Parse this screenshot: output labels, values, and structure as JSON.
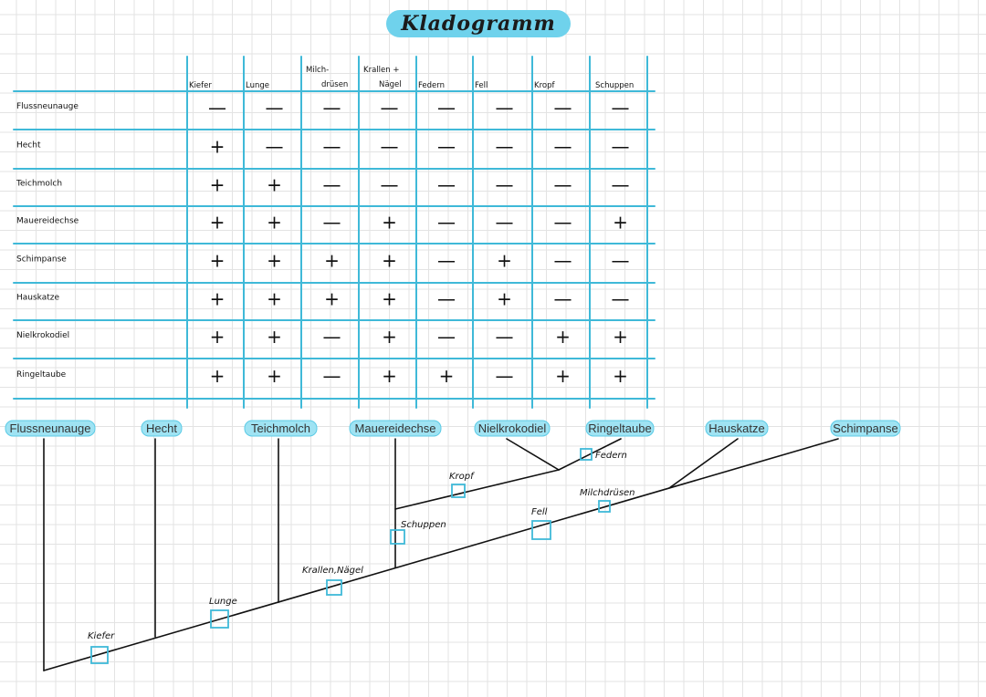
{
  "title": "Kladogramm",
  "table": {
    "columns": [
      "Kiefer",
      "Lunge",
      "Milch-\ndrüsen",
      "Krallen +\nNägel",
      "Federn",
      "Fell",
      "Kropf",
      "Schuppen"
    ],
    "rows": [
      {
        "name": "Flussneunauge",
        "values": [
          "—",
          "—",
          "—",
          "—",
          "—",
          "—",
          "—",
          "—"
        ]
      },
      {
        "name": "Hecht",
        "values": [
          "+",
          "—",
          "—",
          "—",
          "—",
          "—",
          "—",
          "—"
        ]
      },
      {
        "name": "Teichmolch",
        "values": [
          "+",
          "+",
          "—",
          "—",
          "—",
          "—",
          "—",
          "—"
        ]
      },
      {
        "name": "Mauereidechse",
        "values": [
          "+",
          "+",
          "—",
          "+",
          "—",
          "—",
          "—",
          "+"
        ]
      },
      {
        "name": "Schimpanse",
        "values": [
          "+",
          "+",
          "+",
          "+",
          "—",
          "+",
          "—",
          "—"
        ]
      },
      {
        "name": "Hauskatze",
        "values": [
          "+",
          "+",
          "+",
          "+",
          "—",
          "+",
          "—",
          "—"
        ]
      },
      {
        "name": "Nielkrokodiel",
        "values": [
          "+",
          "+",
          "—",
          "+",
          "—",
          "—",
          "+",
          "+"
        ]
      },
      {
        "name": "Ringeltaube",
        "values": [
          "+",
          "+",
          "—",
          "+",
          "+",
          "—",
          "+",
          "+"
        ]
      }
    ]
  },
  "cladogram": {
    "taxa": [
      "Flussneunauge",
      "Hecht",
      "Teichmolch",
      "Mauereidechse",
      "Nielkrokodiel",
      "Ringeltaube",
      "Hauskatze",
      "Schimpanse"
    ],
    "traits": [
      "Kiefer",
      "Lunge",
      "Krallen,Nägel",
      "Schuppen",
      "Kropf",
      "Fell",
      "Federn",
      "Milchdrüsen"
    ]
  },
  "colors": {
    "accent": "#6fd2ec",
    "table_lines": "#3fb9d8",
    "ink": "#111111"
  }
}
